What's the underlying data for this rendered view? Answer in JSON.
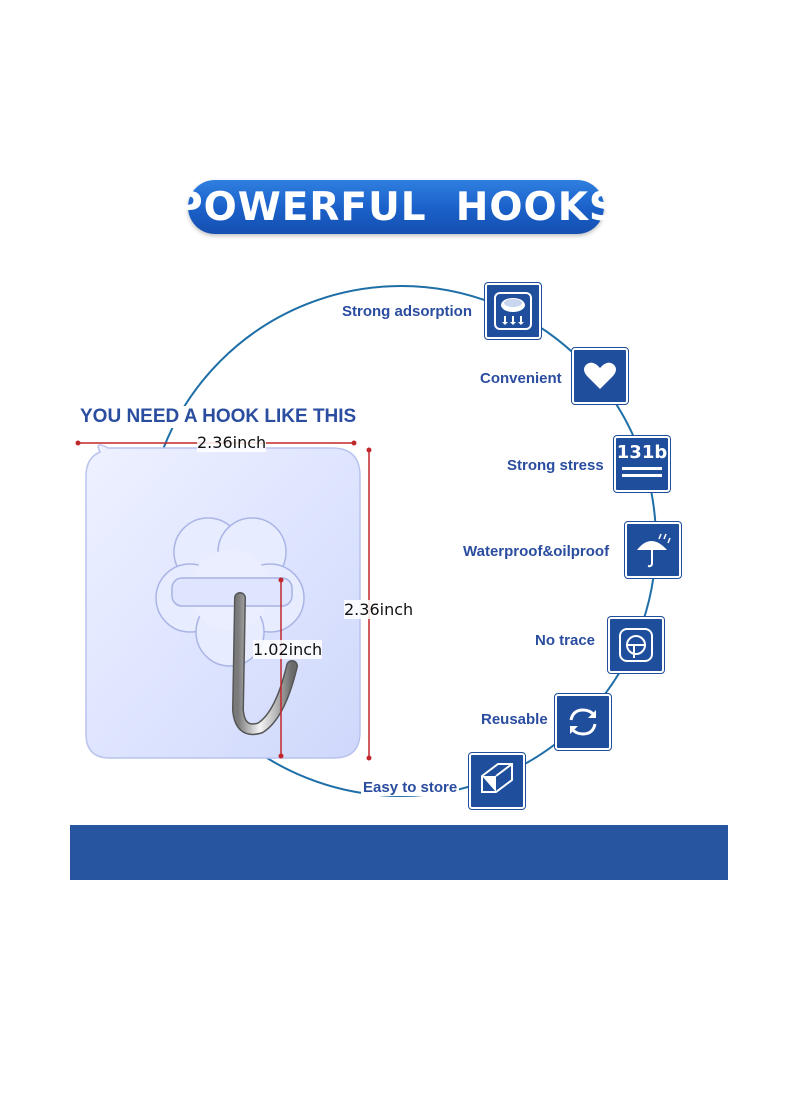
{
  "title": "POWERFUL  HOOKS",
  "subtitle": "YOU NEED A HOOK LIKE THIS",
  "dimensions": {
    "width": "2.36inch",
    "height": "2.36inch",
    "hook_length": "1.02inch"
  },
  "features": [
    {
      "label": "Strong adsorption",
      "icon": "suction-cup-icon"
    },
    {
      "label": "Convenient",
      "icon": "heart-icon"
    },
    {
      "label": "Strong stress",
      "icon": "weight-131b-icon",
      "icon_text": "131b"
    },
    {
      "label": "Waterproof&oilproof",
      "icon": "umbrella-rain-icon"
    },
    {
      "label": "No trace",
      "icon": "no-trace-icon"
    },
    {
      "label": "Reusable",
      "icon": "recycle-arrows-icon"
    },
    {
      "label": "Easy to store",
      "icon": "storage-box-icon"
    }
  ],
  "colors": {
    "brand_blue": "#1f4e9d",
    "text_blue": "#2a4da0",
    "circle_line": "#1e6fa8",
    "bottom_bar": "#2855a0",
    "dimension_line": "#c0282c"
  }
}
